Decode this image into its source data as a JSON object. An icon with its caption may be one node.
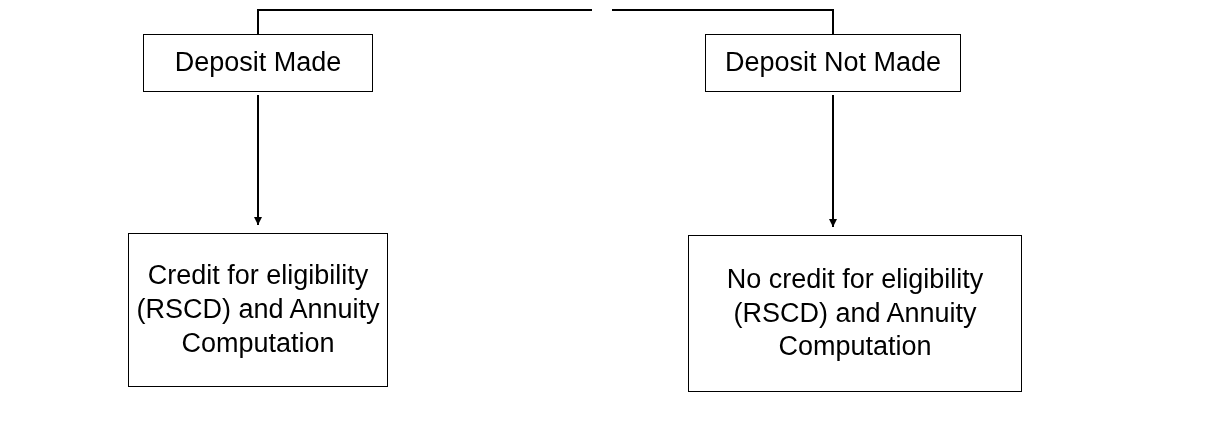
{
  "diagram": {
    "nodes": [
      {
        "text": [
          "Deposit Made"
        ]
      },
      {
        "text": [
          "Deposit Not Made"
        ]
      },
      {
        "text": [
          "Credit for eligibility (RSCD) and Annuity Computation"
        ]
      },
      {
        "text": [
          "No credit for eligibility (RSCD) and Annuity Computation"
        ]
      }
    ],
    "edges": [
      {
        "from": null,
        "to": 0,
        "arrow": "none"
      },
      {
        "from": null,
        "to": 1,
        "arrow": "none"
      },
      {
        "from": 0,
        "to": 2,
        "arrow": "to"
      },
      {
        "from": 1,
        "to": 3,
        "arrow": "to"
      }
    ]
  }
}
